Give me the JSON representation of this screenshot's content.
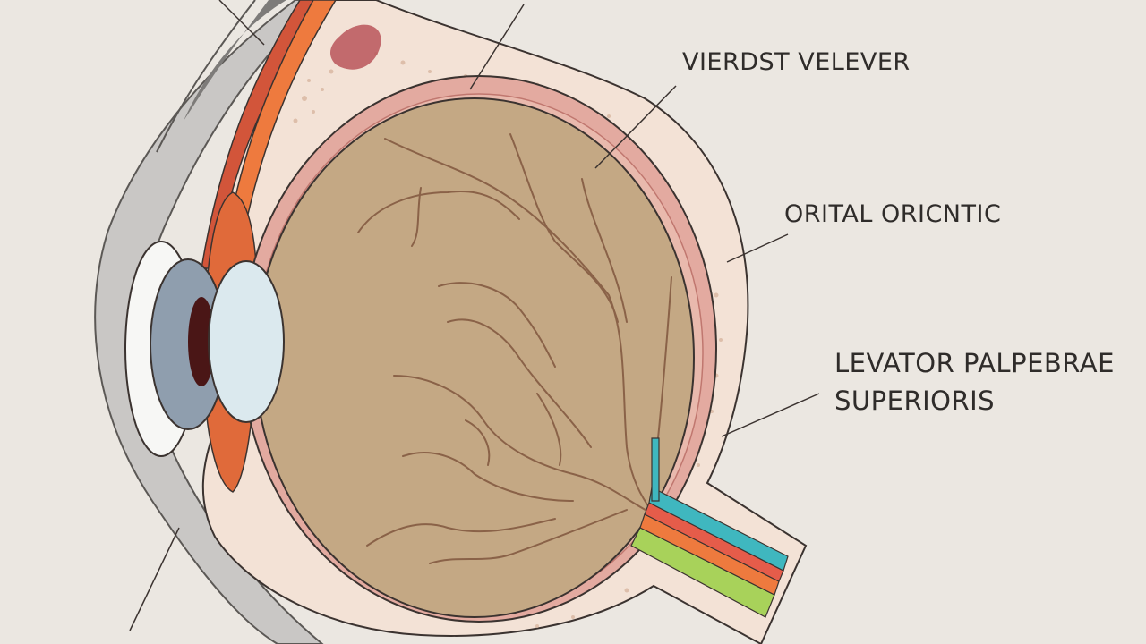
{
  "labels": {
    "top_right": "VIERDST VELEVER",
    "middle_right": "ORITAL ORICNTIC",
    "lower_right_line1": "LEVATOR PALPEBRAE",
    "lower_right_line2": "SUPERIORIS"
  },
  "colors": {
    "background": "#ebe7e1",
    "vitreous": "#c4a884",
    "retina": "#e3aaa0",
    "sclera": "#f3e2d6",
    "vessel": "#8a6248",
    "lens": "#dbe9ee",
    "iris": "#8f9eae",
    "muscle_orange": "#ee7a3e",
    "muscle_red": "#d2553a",
    "nerve_teal": "#3fb7bf",
    "nerve_green": "#a8d25a"
  }
}
